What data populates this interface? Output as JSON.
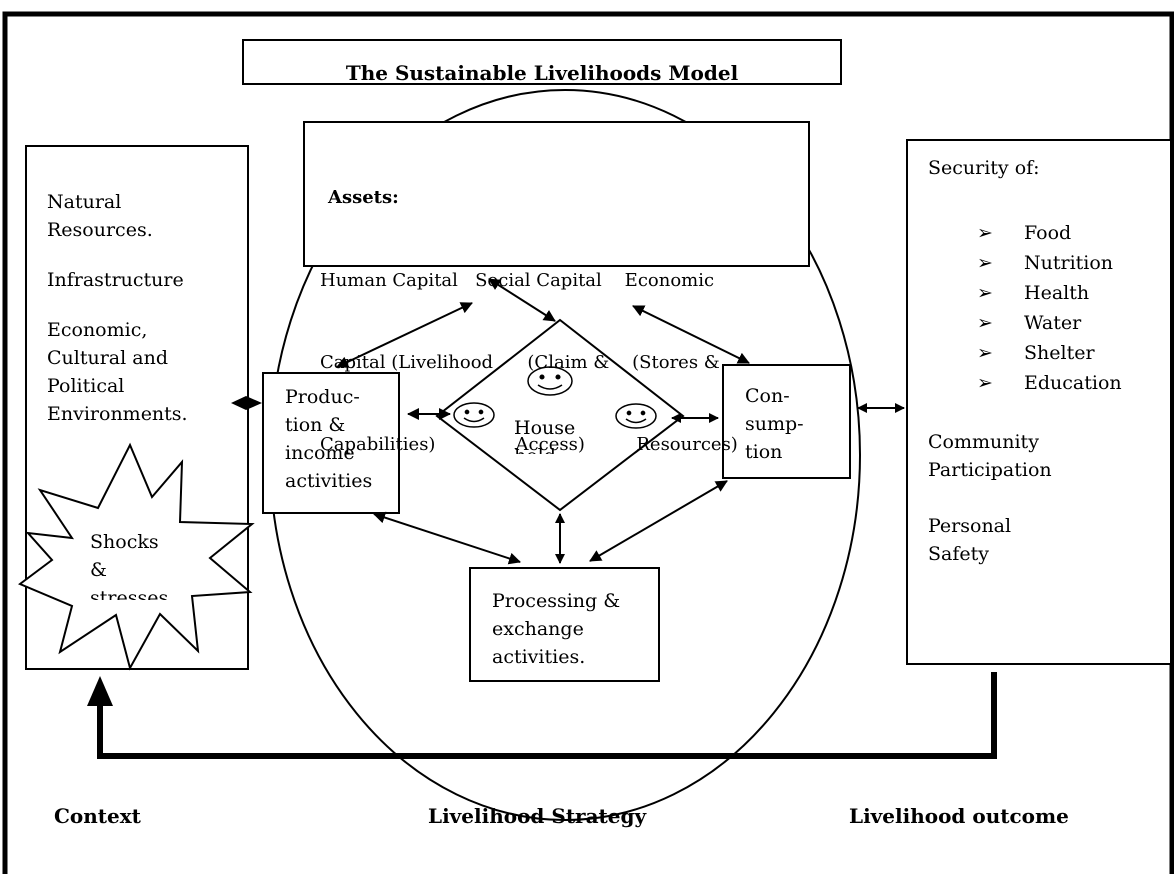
{
  "title": "The Sustainable Livelihoods Model",
  "context_box": {
    "items": [
      "Natural",
      "Resources.",
      "Infrastructure",
      "Economic,",
      "Cultural and",
      "Political",
      "Environments."
    ]
  },
  "shocks": {
    "lines": [
      "Shocks",
      "&",
      "stresses"
    ]
  },
  "assets": {
    "heading": "Assets:",
    "line1": "Human Capital   Social Capital    Economic",
    "line2": "Capital (Livelihood      (Claim &    (Stores &",
    "line3": "Capabilities)              Access)         Resources)"
  },
  "production": {
    "lines": [
      "Produc-",
      "tion &",
      "income",
      "activities"
    ]
  },
  "household": {
    "lines": [
      "House",
      "hold"
    ]
  },
  "consumption": {
    "lines": [
      "Con-",
      "sump-",
      "tion"
    ]
  },
  "processing": {
    "lines": [
      "Processing &",
      "exchange",
      "activities."
    ]
  },
  "outcome_box": {
    "heading": "Security of:",
    "bullet_glyph": "➢",
    "items": [
      "Food",
      "Nutrition",
      "Health",
      "Water",
      "Shelter",
      "Education"
    ],
    "extra": [
      "Community",
      "Participation",
      "Personal",
      "Safety"
    ]
  },
  "footer": {
    "context": "Context",
    "strategy": "Livelihood Strategy",
    "outcome": "Livelihood outcome"
  }
}
